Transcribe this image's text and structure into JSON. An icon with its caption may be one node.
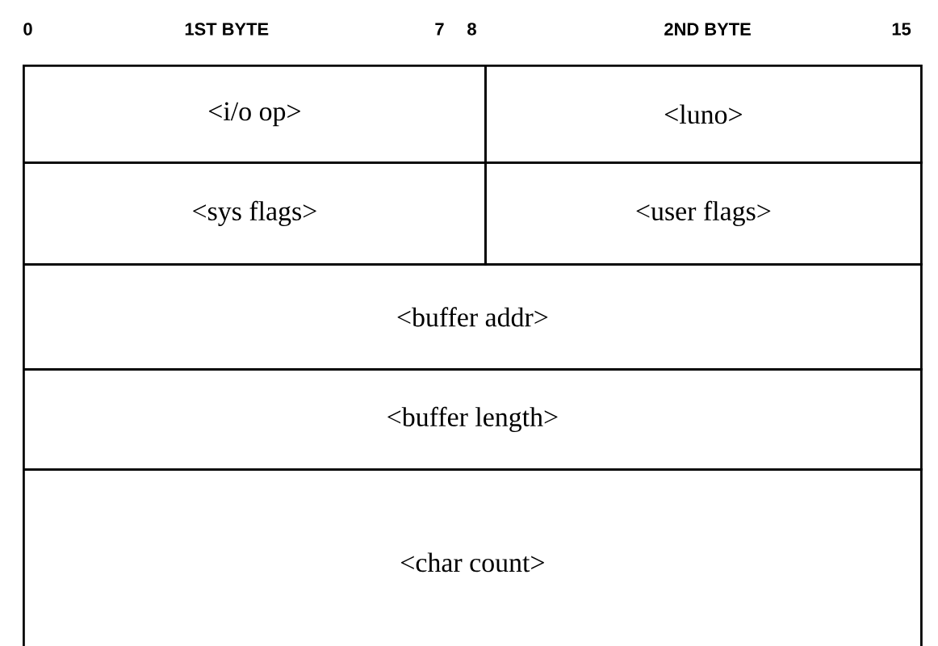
{
  "diagram": {
    "nodes": [
      {
        "text": [
          "<i/o op>"
        ]
      },
      {
        "text": [
          "<luno>"
        ]
      },
      {
        "text": [
          "<sys flags>"
        ]
      },
      {
        "text": [
          "<user flags>"
        ]
      },
      {
        "text": [
          "<buffer addr>"
        ]
      },
      {
        "text": [
          "<buffer length>"
        ]
      },
      {
        "text": [
          "<char count>"
        ]
      }
    ],
    "labels": [
      "0",
      "1ST BYTE",
      "7",
      "8",
      "2ND BYTE",
      "15"
    ]
  }
}
